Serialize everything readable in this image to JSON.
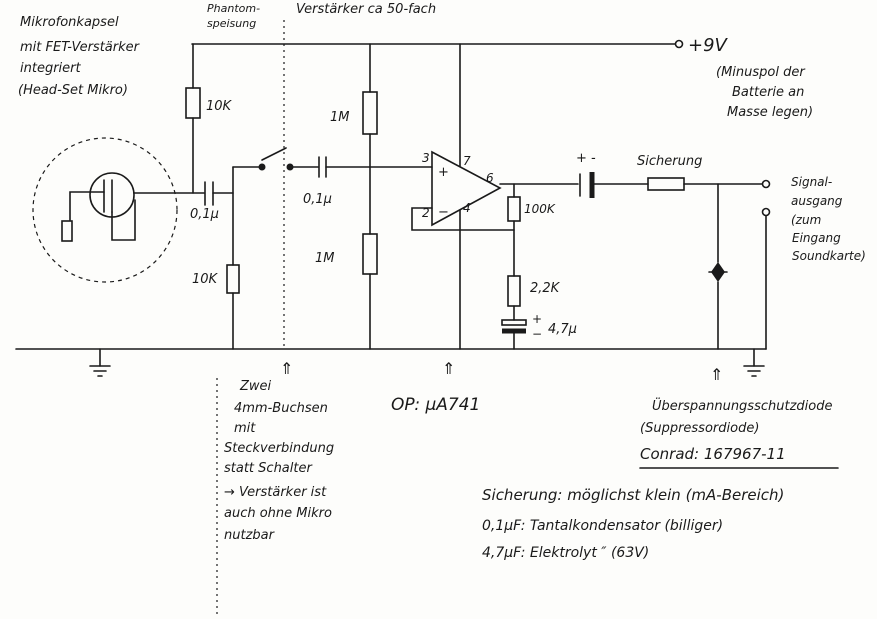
{
  "labels": {
    "mic_line1": "Mikrofonkapsel",
    "mic_line2": "mit FET-Verstärker",
    "mic_line3": "integriert",
    "mic_line4": "(Head-Set Mikro)",
    "phantom_line1": "Phantom-",
    "phantom_line2": "speisung",
    "amp_title": "Verstärker ca 50-fach",
    "supply": "+9V",
    "battery_line1": "(Minuspol der",
    "battery_line2": "Batterie an",
    "battery_line3": "Masse legen)",
    "r_10k_top": "10K",
    "r_10k_bottom": "10K",
    "cap_mic": "0,1µ",
    "cap_input": "0,1µ",
    "r_1m_top": "1M",
    "r_1m_bottom": "1M",
    "pin3": "3",
    "pin2": "2",
    "pin7": "7",
    "pin4": "4",
    "pin6": "6",
    "plus": "+",
    "minus": "−",
    "r_100k": "100K",
    "r_2_2k": "2,2K",
    "cap_elko": "4,7µ",
    "cap_out_sign": "+ -",
    "fuse": "Sicherung",
    "out_line1": "Signal-",
    "out_line2": "ausgang",
    "out_line3": "(zum",
    "out_line4": "Eingang",
    "out_line5": "Soundkarte)",
    "arrow": "⇑",
    "note_line1": "Zwei",
    "note_line2": "4mm-Buchsen",
    "note_line3": "mit",
    "note_line4": "Steckverbindung",
    "note_line5": "statt Schalter",
    "note_line6": "→ Verstärker ist",
    "note_line7": "auch ohne Mikro",
    "note_line8": "nutzbar",
    "opamp": "OP: µA741",
    "diode_line1": "Überspannungsschutzdiode",
    "diode_line2": "(Suppressordiode)",
    "diode_line3": "Conrad: 167967-11",
    "legend_line1": "Sicherung: möglichst klein (mA-Bereich)",
    "legend_line2": "0,1µF: Tantalkondensator (billiger)",
    "legend_line3": "4,7µF: Elektrolyt ″       (63V)"
  }
}
